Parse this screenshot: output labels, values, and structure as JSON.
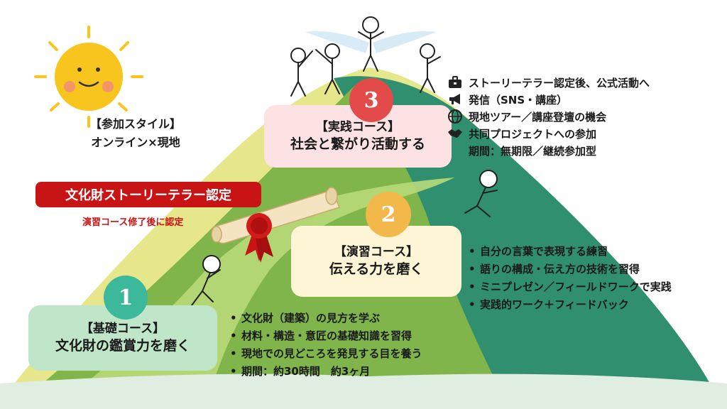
{
  "style_box": {
    "line1": "【参加スタイル】",
    "line2": "オンライン×現地"
  },
  "certification": {
    "title": "文化財ストーリーテラー認定",
    "note": "演習コース修了後に認定"
  },
  "courses": [
    {
      "number": "1",
      "title": "【基礎コース】",
      "subtitle": "文化財の鑑賞力を磨く",
      "items": [
        "文化財（建築）の見方を学ぶ",
        "材料・構造・意匠の基礎知識を習得",
        "現地での見どころを発見する目を養う",
        "期間：約30時間　約3ヶ月"
      ]
    },
    {
      "number": "2",
      "title": "【演習コース】",
      "subtitle": "伝える力を磨く",
      "items": [
        "自分の言葉で表現する練習",
        "語りの構成・伝え方の技術を習得",
        "ミニプレゼン／フィールドワークで実践",
        "実践的ワーク＋フィードバック"
      ]
    },
    {
      "number": "3",
      "title": "【実践コース】",
      "subtitle": "社会と繋がり活動する",
      "items": [
        {
          "icon": "briefcase-icon",
          "text": "ストーリーテラー認定後、公式活動へ"
        },
        {
          "icon": "megaphone-icon",
          "text": "発信（SNS・講座）"
        },
        {
          "icon": "globe-icon",
          "text": "現地ツアー／講座登壇の機会"
        },
        {
          "icon": "handshake-icon",
          "text": "共同プロジェクトへの参加"
        },
        {
          "icon": "",
          "text": "期間：無期限／継続参加型"
        }
      ]
    }
  ],
  "colors": {
    "mountain_yellow": "#e6e68a",
    "mountain_green": "#7fb54a",
    "mountain_teal": "#2f8f6e",
    "path_light": "#b9d97a",
    "badge_teal": "#3cb89a",
    "badge_orange": "#f2b84a",
    "badge_red": "#e34b4b",
    "box1_bg": "#bfe6c9",
    "box2_bg": "#fdf5d6",
    "box3_bg": "#fde2e4",
    "cert_red": "#c81414",
    "sun": "#f7c51e"
  }
}
